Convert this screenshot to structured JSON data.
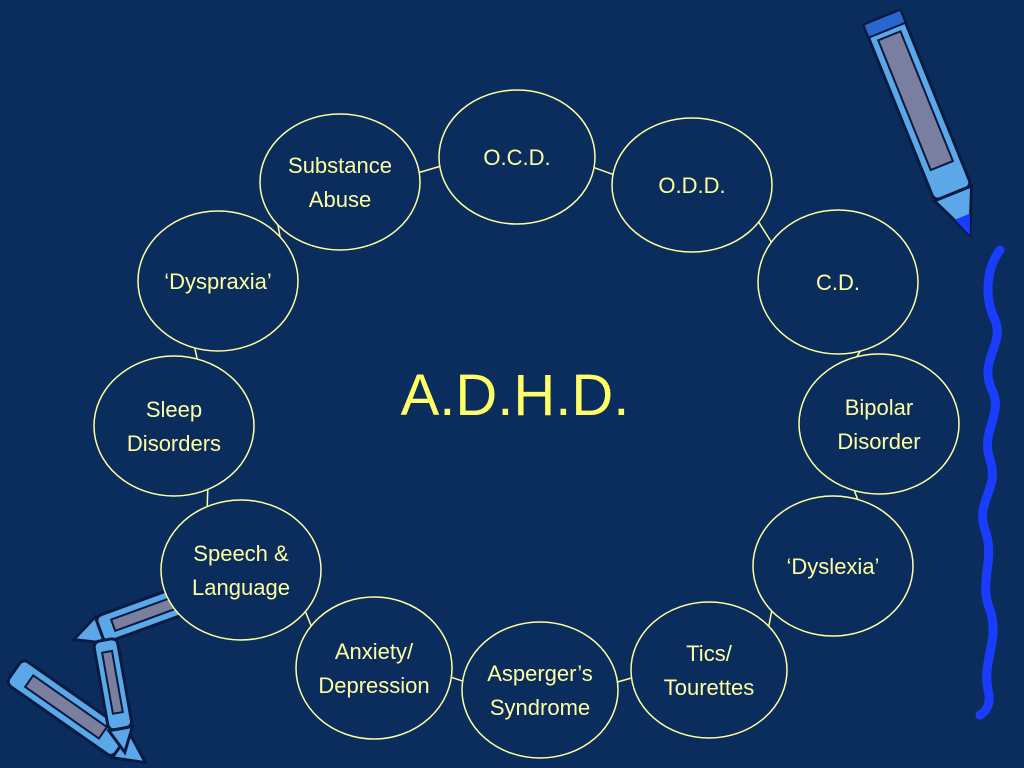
{
  "diagram": {
    "center_title": "A.D.H.D.",
    "colors": {
      "background": "#0b2d5e",
      "title": "#ffff66",
      "node_stroke": "#ffffa0",
      "node_text": "#ffffa0",
      "squiggle": "#1a3cff"
    },
    "nodes": [
      {
        "id": "ocd",
        "lines": [
          "O.C.D."
        ]
      },
      {
        "id": "odd",
        "lines": [
          "O.D.D."
        ]
      },
      {
        "id": "cd",
        "lines": [
          "C.D."
        ]
      },
      {
        "id": "bipolar",
        "lines": [
          "Bipolar",
          "Disorder"
        ]
      },
      {
        "id": "dyslexia",
        "lines": [
          "‘Dyslexia’"
        ]
      },
      {
        "id": "tics",
        "lines": [
          "Tics/",
          "Tourettes"
        ]
      },
      {
        "id": "asperger",
        "lines": [
          "Asperger’s",
          "Syndrome"
        ]
      },
      {
        "id": "anxiety",
        "lines": [
          "Anxiety/",
          "Depression"
        ]
      },
      {
        "id": "speech",
        "lines": [
          "Speech &",
          "Language"
        ]
      },
      {
        "id": "sleep",
        "lines": [
          "Sleep",
          "Disorders"
        ]
      },
      {
        "id": "dyspraxia",
        "lines": [
          "‘Dyspraxia’"
        ]
      },
      {
        "id": "substance",
        "lines": [
          "Substance",
          "Abuse"
        ]
      }
    ],
    "connectors": [
      [
        "substance",
        "ocd"
      ],
      [
        "ocd",
        "odd"
      ],
      [
        "odd",
        "cd"
      ],
      [
        "cd",
        "bipolar"
      ],
      [
        "bipolar",
        "dyslexia"
      ],
      [
        "dyslexia",
        "tics"
      ],
      [
        "tics",
        "asperger"
      ],
      [
        "asperger",
        "anxiety"
      ],
      [
        "anxiety",
        "speech"
      ],
      [
        "speech",
        "sleep"
      ],
      [
        "sleep",
        "dyspraxia"
      ],
      [
        "dyspraxia",
        "substance"
      ]
    ],
    "clipart": [
      "crayon-top-right-icon",
      "crayon-bottom-left-icon",
      "crayon-bottom-left-2-icon",
      "blue-squiggle-decoration"
    ]
  }
}
